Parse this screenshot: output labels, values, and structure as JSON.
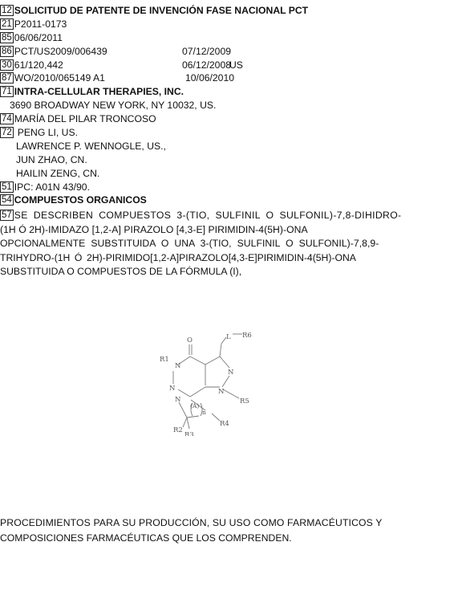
{
  "fields": [
    {
      "code": "12",
      "text": "SOLICITUD DE PATENTE DE INVENCIÓN FASE NACIONAL PCT",
      "bold": true
    },
    {
      "code": "21",
      "text": "P2011-0173"
    },
    {
      "code": "85",
      "text": "06/06/2011"
    },
    {
      "code": "86",
      "text": "PCT/US2009/006439",
      "date": "07/12/2009"
    },
    {
      "code": "30",
      "text": "61/120,442",
      "date": "06/12/2008",
      "country": "US"
    },
    {
      "code": "87",
      "text": "WO/2010/065149 A1",
      "date": "10/06/2010"
    },
    {
      "code": "71",
      "text": "INTRA-CELLULAR THERAPIES, INC.",
      "bold": true
    },
    {
      "code": "",
      "text": "3690 BROADWAY NEW YORK, NY 10032, US."
    },
    {
      "code": "74",
      "text": "MARÍA DEL PILAR TRONCOSO"
    },
    {
      "code": "72",
      "text": "PENG LI, US."
    },
    {
      "code": "",
      "text": "LAWRENCE P. WENNOGLE, US.,"
    },
    {
      "code": "",
      "text": "JUN ZHAO, CN."
    },
    {
      "code": "",
      "text": "HAILIN ZENG, CN."
    },
    {
      "code": "51",
      "text": "IPC: A01N 43/90."
    },
    {
      "code": "54",
      "text": "COMPUESTOS ORGANICOS",
      "bold": true
    }
  ],
  "abstract_code": "57",
  "abstract_lines": [
    "SE DESCRIBEN COMPUESTOS 3-(TIO, SULFINIL O SULFONIL)-7,8-DIHIDRO-",
    "(1H Ó 2H)-IMIDAZO [1,2-A] PIRAZOLO [4,3-E] PIRIMIDIN-4(5H)-ONA",
    "OPCIONALMENTE SUBSTITUIDA O UNA 3-(TIO, SULFINIL O SULFONIL)-7,8,9-",
    "TRIHYDRO-(1H Ó 2H)-PIRIMIDO[1,2-A]PIRAZOLO[4,3-E]PIRIMIDIN-4(5H)-ONA",
    "SUBSTITUIDA O COMPUESTOS DE LA FÓRMULA (I),"
  ],
  "structure_labels": {
    "o": "O",
    "r1": "R1",
    "l": "L",
    "r6": "R6",
    "n_a": "N",
    "n_b": "N",
    "n_c": "N",
    "n_d": "N",
    "n_e": "N",
    "a": "(A)",
    "n": "n",
    "r2": "R2",
    "r3": "R3",
    "r4": "R4",
    "r5": "R5"
  },
  "closing_lines": [
    "PROCEDIMIENTOS PARA SU PRODUCCIÓN, SU USO COMO FARMACÉUTICOS Y",
    "COMPOSICIONES FARMACÉUTICAS QUE LOS COMPRENDEN."
  ]
}
